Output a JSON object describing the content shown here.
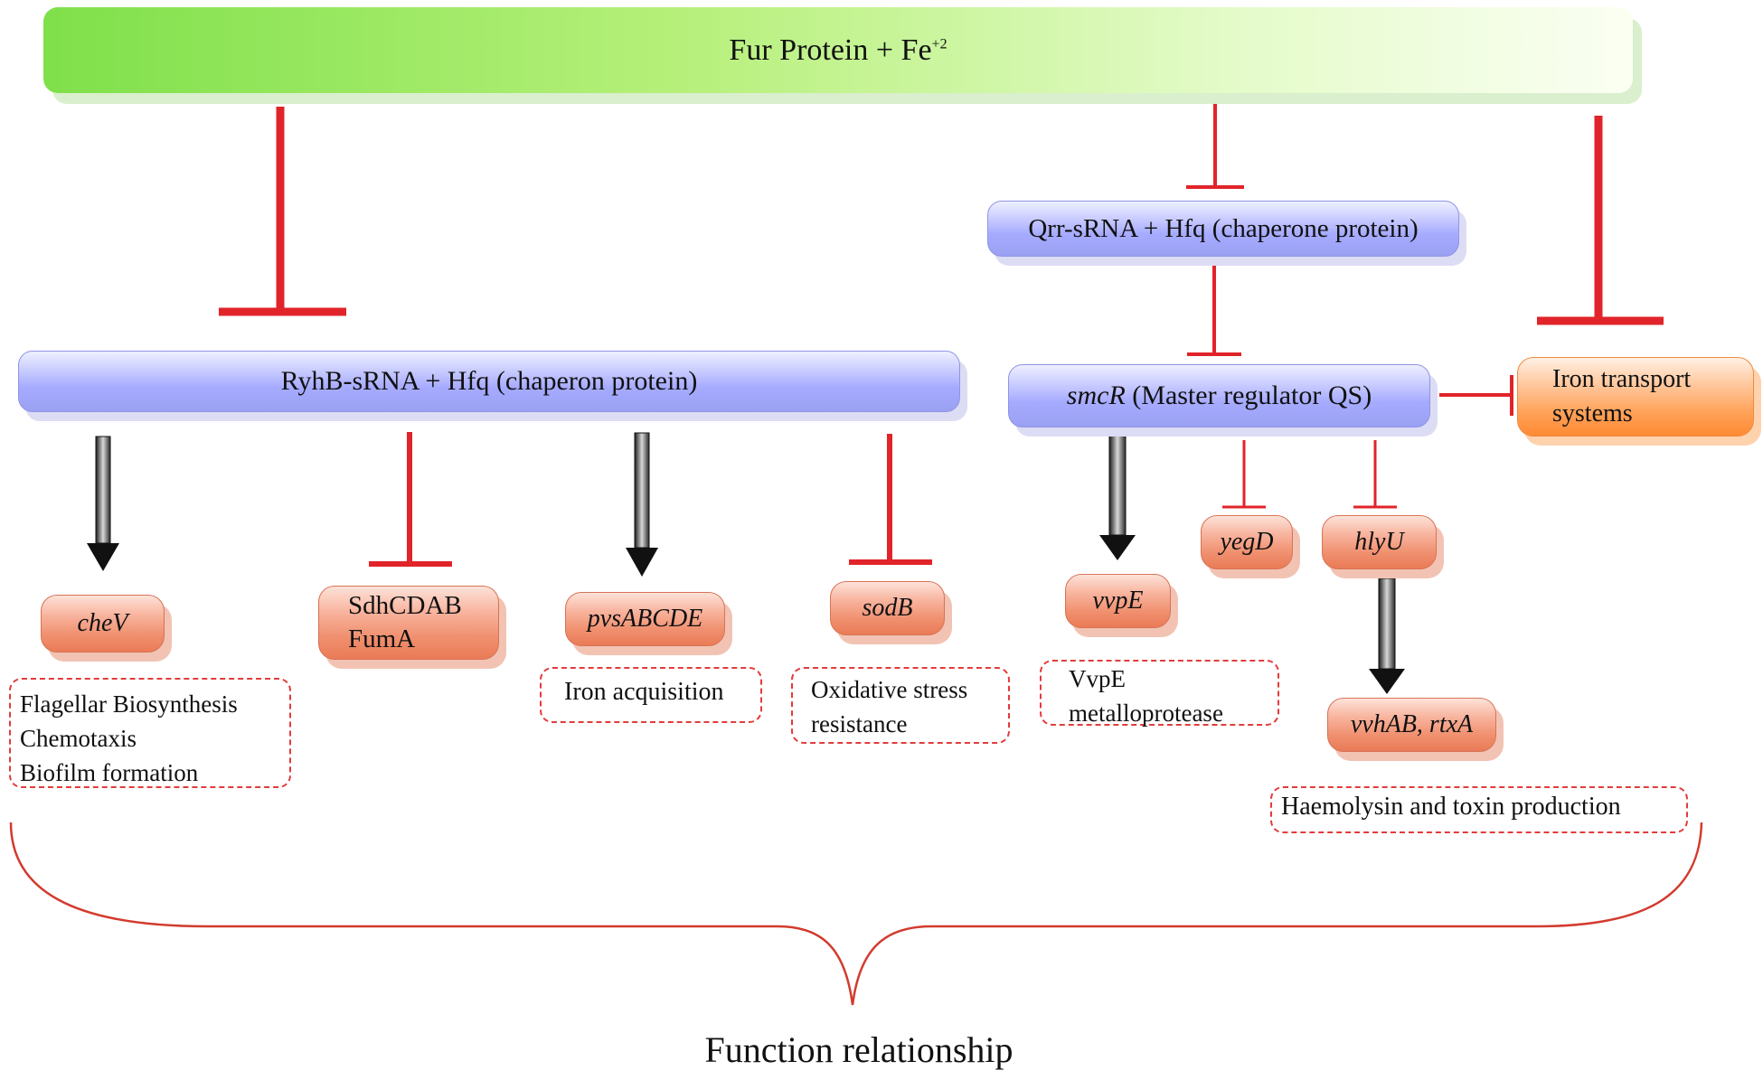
{
  "fur": {
    "text": "Fur Protein + Fe",
    "sup": "+2"
  },
  "qrr": "Qrr-sRNA + Hfq (chaperone protein)",
  "ryhb": "RyhB-sRNA + Hfq (chaperon protein)",
  "smcr": {
    "gene": "smcR",
    "rest": " (Master regulator QS)"
  },
  "iron_transport": [
    "Iron transport",
    "systems"
  ],
  "genes": {
    "chev": "cheV",
    "sdh": [
      "SdhCDAB",
      "FumA"
    ],
    "pvs": "pvsABCDE",
    "sodb": "sodB",
    "vvpe": "vvpE",
    "yegd": "yegD",
    "hlyu": "hlyU",
    "vvhab": "vvhAB, rtxA"
  },
  "functions": {
    "chev": [
      "Flagellar Biosynthesis",
      "Chemotaxis",
      "Biofilm formation"
    ],
    "pvs": "Iron acquisition",
    "sodb": [
      "Oxidative stress",
      "resistance"
    ],
    "vvpe": [
      "VvpE",
      "metalloprotease"
    ],
    "vvhab": "Haemolysin and toxin production"
  },
  "bottom_label": "Function relationship",
  "colors": {
    "inhibit": "#e0242a",
    "activate_arrow": "#3a3a3a",
    "brace": "#d23b2e"
  }
}
